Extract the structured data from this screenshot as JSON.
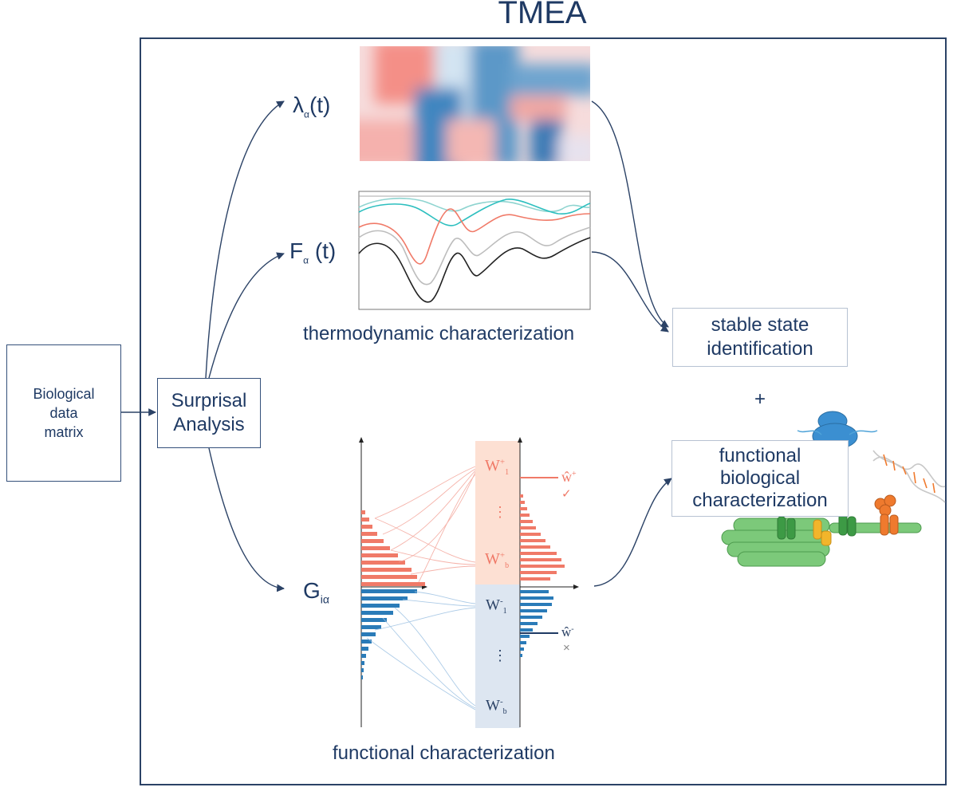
{
  "title": "TMEA",
  "input_box": "Biological\ndata\nmatrix",
  "method_box": "Surprisal\nAnalysis",
  "lambda_label": "λα(t)",
  "lambda_main": "λ",
  "lambda_sub": "α",
  "lambda_tail": "(t)",
  "f_main": "F",
  "f_sub": "α",
  "f_tail": " (t)",
  "g_main": "G",
  "g_sub": "iα",
  "thermo_caption": "thermodynamic characterization",
  "functional_caption": "functional characterization",
  "stable_box": "stable state\nidentification",
  "plus": "+",
  "bio_box": "functional\nbiological\ncharacterization",
  "w_labels": {
    "w1_plus": "W",
    "w1_plus_sup": "+",
    "w1_plus_sub": "1",
    "wb_plus": "W",
    "wb_plus_sup": "+",
    "wb_plus_sub": "b",
    "w1_minus": "W",
    "w1_minus_sup": "-",
    "w1_minus_sub": "1",
    "wb_minus": "W",
    "wb_minus_sup": "-",
    "wb_minus_sub": "b",
    "dots": "⋮",
    "what_plus": "ŵ",
    "what_plus_sup": "+",
    "what_minus": "ŵ",
    "what_minus_sup": "-",
    "check": "✓",
    "cross": "×"
  },
  "colors": {
    "navy": "#1f3a64",
    "salmon": "#f07a68",
    "blue": "#2a7bb8",
    "teal": "#2dbfbf",
    "gray": "#b8b8b8",
    "black": "#222222",
    "green": "#6cc36c"
  }
}
